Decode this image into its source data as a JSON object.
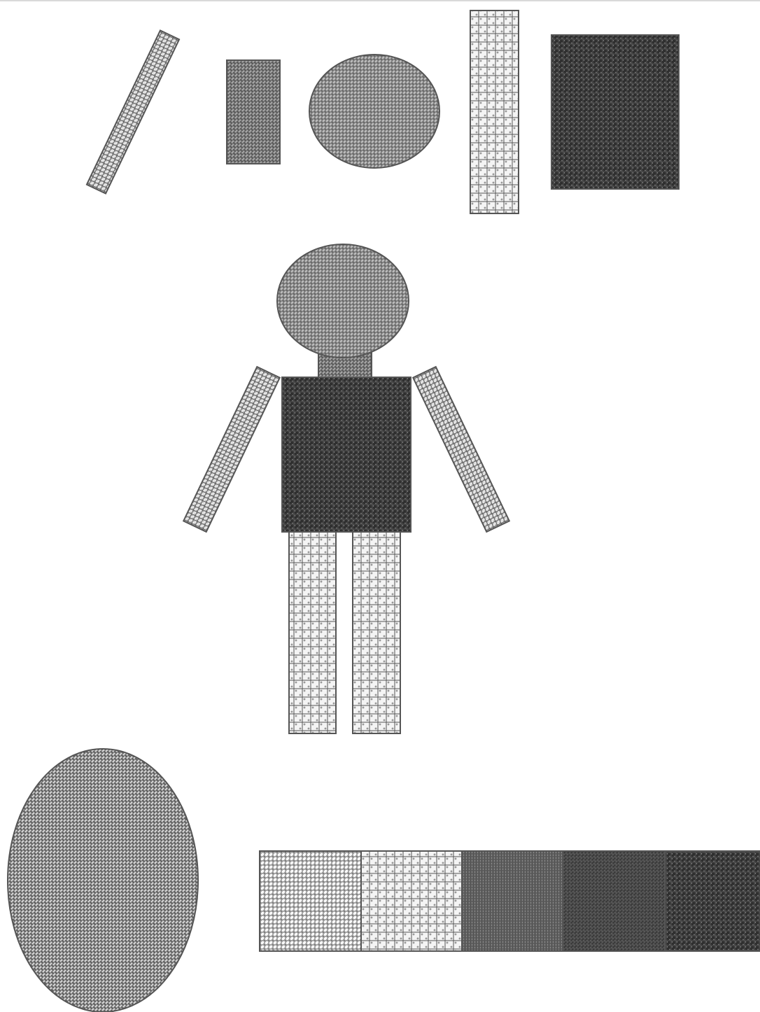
{
  "palette": {
    "stroke": "#555555",
    "background": "#ffffff",
    "very_light": "#f4f4f4",
    "light": "#e4e4e4",
    "medium_light": "#c9c9c9",
    "medium": "#b4b4b4",
    "medium_dark": "#8c8c8c",
    "dark": "#3a3a3a",
    "very_dark": "#2b2b2b"
  },
  "pieces_row": [
    {
      "name": "piece-slanted-bar",
      "shape": "rectangle",
      "texture": "light-dots"
    },
    {
      "name": "piece-small-rectangle",
      "shape": "rectangle",
      "texture": "medium-dots"
    },
    {
      "name": "piece-oval",
      "shape": "ellipse",
      "texture": "gray-dots"
    },
    {
      "name": "piece-tall-bar",
      "shape": "rectangle",
      "texture": "crosses"
    },
    {
      "name": "piece-square",
      "shape": "rectangle",
      "texture": "dark-dots"
    }
  ],
  "figure_parts": [
    {
      "name": "figure-head",
      "shape": "ellipse",
      "texture": "gray-dots"
    },
    {
      "name": "figure-neck",
      "shape": "rectangle",
      "texture": "medium-dots"
    },
    {
      "name": "figure-torso",
      "shape": "rectangle",
      "texture": "dark-dots"
    },
    {
      "name": "figure-left-arm",
      "shape": "rectangle",
      "texture": "light-dots"
    },
    {
      "name": "figure-right-arm",
      "shape": "rectangle",
      "texture": "light-dots"
    },
    {
      "name": "figure-left-leg",
      "shape": "rectangle",
      "texture": "crosses"
    },
    {
      "name": "figure-right-leg",
      "shape": "rectangle",
      "texture": "crosses"
    }
  ],
  "big_oval": {
    "shape": "ellipse",
    "texture": "dense-dots"
  },
  "texture_strip": [
    {
      "name": "swatch-1",
      "texture": "fine-dots"
    },
    {
      "name": "swatch-2",
      "texture": "crosses"
    },
    {
      "name": "swatch-3",
      "texture": "medium-dark-dots"
    },
    {
      "name": "swatch-4",
      "texture": "dark-grain"
    },
    {
      "name": "swatch-5",
      "texture": "dark-dots"
    }
  ]
}
